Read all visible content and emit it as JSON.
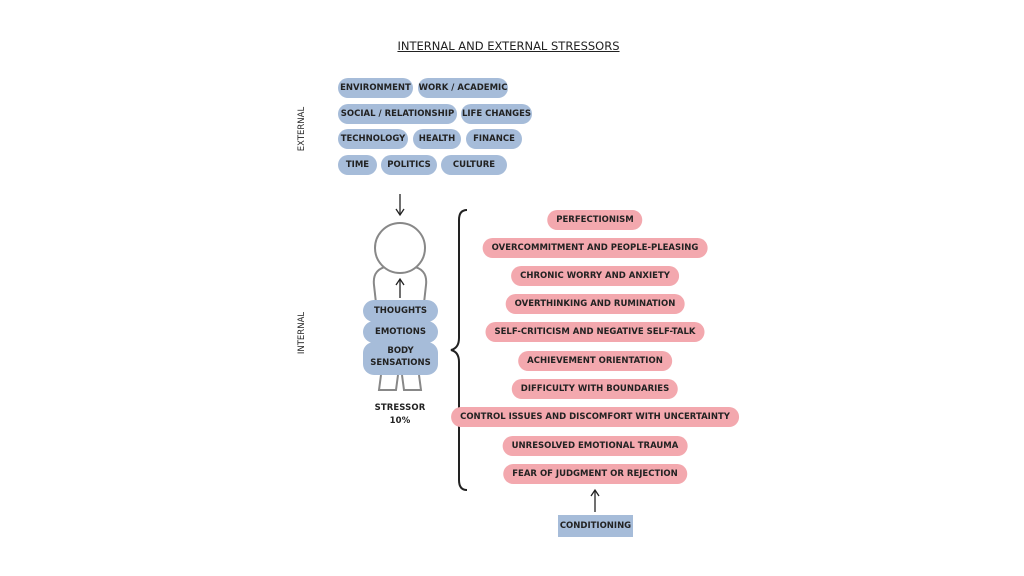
{
  "title": "INTERNAL AND EXTERNAL STRESSORS",
  "external": {
    "label": "EXTERNAL",
    "items": [
      "ENVIRONMENT",
      "WORK / ACADEMIC",
      "SOCIAL / RELATIONSHIP",
      "LIFE CHANGES",
      "TECHNOLOGY",
      "HEALTH",
      "FINANCE",
      "TIME",
      "POLITICS",
      "CULTURE"
    ]
  },
  "internal": {
    "label": "INTERNAL",
    "figure": {
      "thoughts": "THOUGHTS",
      "emotions": "EMOTIONS",
      "body1": "BODY",
      "body2": "SENSATIONS",
      "caption": "STRESSOR",
      "percent": "10%"
    },
    "items": [
      "PERFECTIONISM",
      "OVERCOMMITMENT AND PEOPLE-PLEASING",
      "CHRONIC WORRY AND ANXIETY",
      "OVERTHINKING AND RUMINATION",
      "SELF-CRITICISM AND NEGATIVE SELF-TALK",
      "ACHIEVEMENT ORIENTATION",
      "DIFFICULTY WITH BOUNDARIES",
      "CONTROL ISSUES AND DISCOMFORT WITH UNCERTAINTY",
      "UNRESOLVED EMOTIONAL TRAUMA",
      "FEAR OF JUDGMENT OR REJECTION"
    ]
  },
  "conditioning": "CONDITIONING",
  "colors": {
    "blue": "#a6bcd9",
    "pink": "#f3a8ae"
  }
}
